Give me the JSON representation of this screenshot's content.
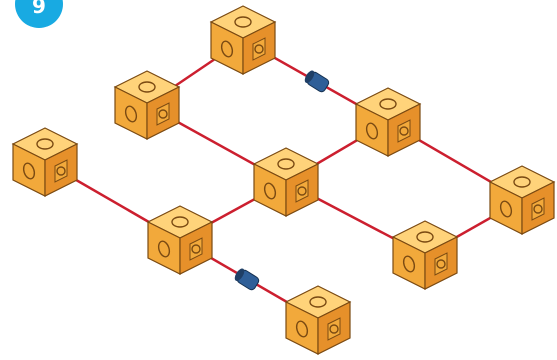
{
  "step": {
    "number": "9"
  },
  "colors": {
    "badge": "#18aae2",
    "badge_text": "#ffffff",
    "cube_top": "#ffd37a",
    "cube_left": "#f2a93b",
    "cube_right": "#e6902a",
    "cube_outline": "#7a4a12",
    "connector_rod": "#cc1f2f",
    "spacer_blue": "#2f5f98"
  },
  "parts": {
    "cubes": [
      {
        "name": "cube-top-center",
        "icon": "building-block-cube"
      },
      {
        "name": "cube-upper-left",
        "icon": "building-block-cube"
      },
      {
        "name": "cube-right-upper",
        "icon": "building-block-cube"
      },
      {
        "name": "cube-center",
        "icon": "building-block-cube"
      },
      {
        "name": "cube-far-left",
        "icon": "building-block-cube"
      },
      {
        "name": "cube-lower-left",
        "icon": "building-block-cube"
      },
      {
        "name": "cube-far-right",
        "icon": "building-block-cube"
      },
      {
        "name": "cube-lower-right",
        "icon": "building-block-cube"
      },
      {
        "name": "cube-bottom",
        "icon": "building-block-cube"
      }
    ],
    "spacers": [
      {
        "name": "spacer-upper",
        "icon": "blue-spacer-peg"
      },
      {
        "name": "spacer-lower",
        "icon": "blue-spacer-peg"
      }
    ]
  }
}
